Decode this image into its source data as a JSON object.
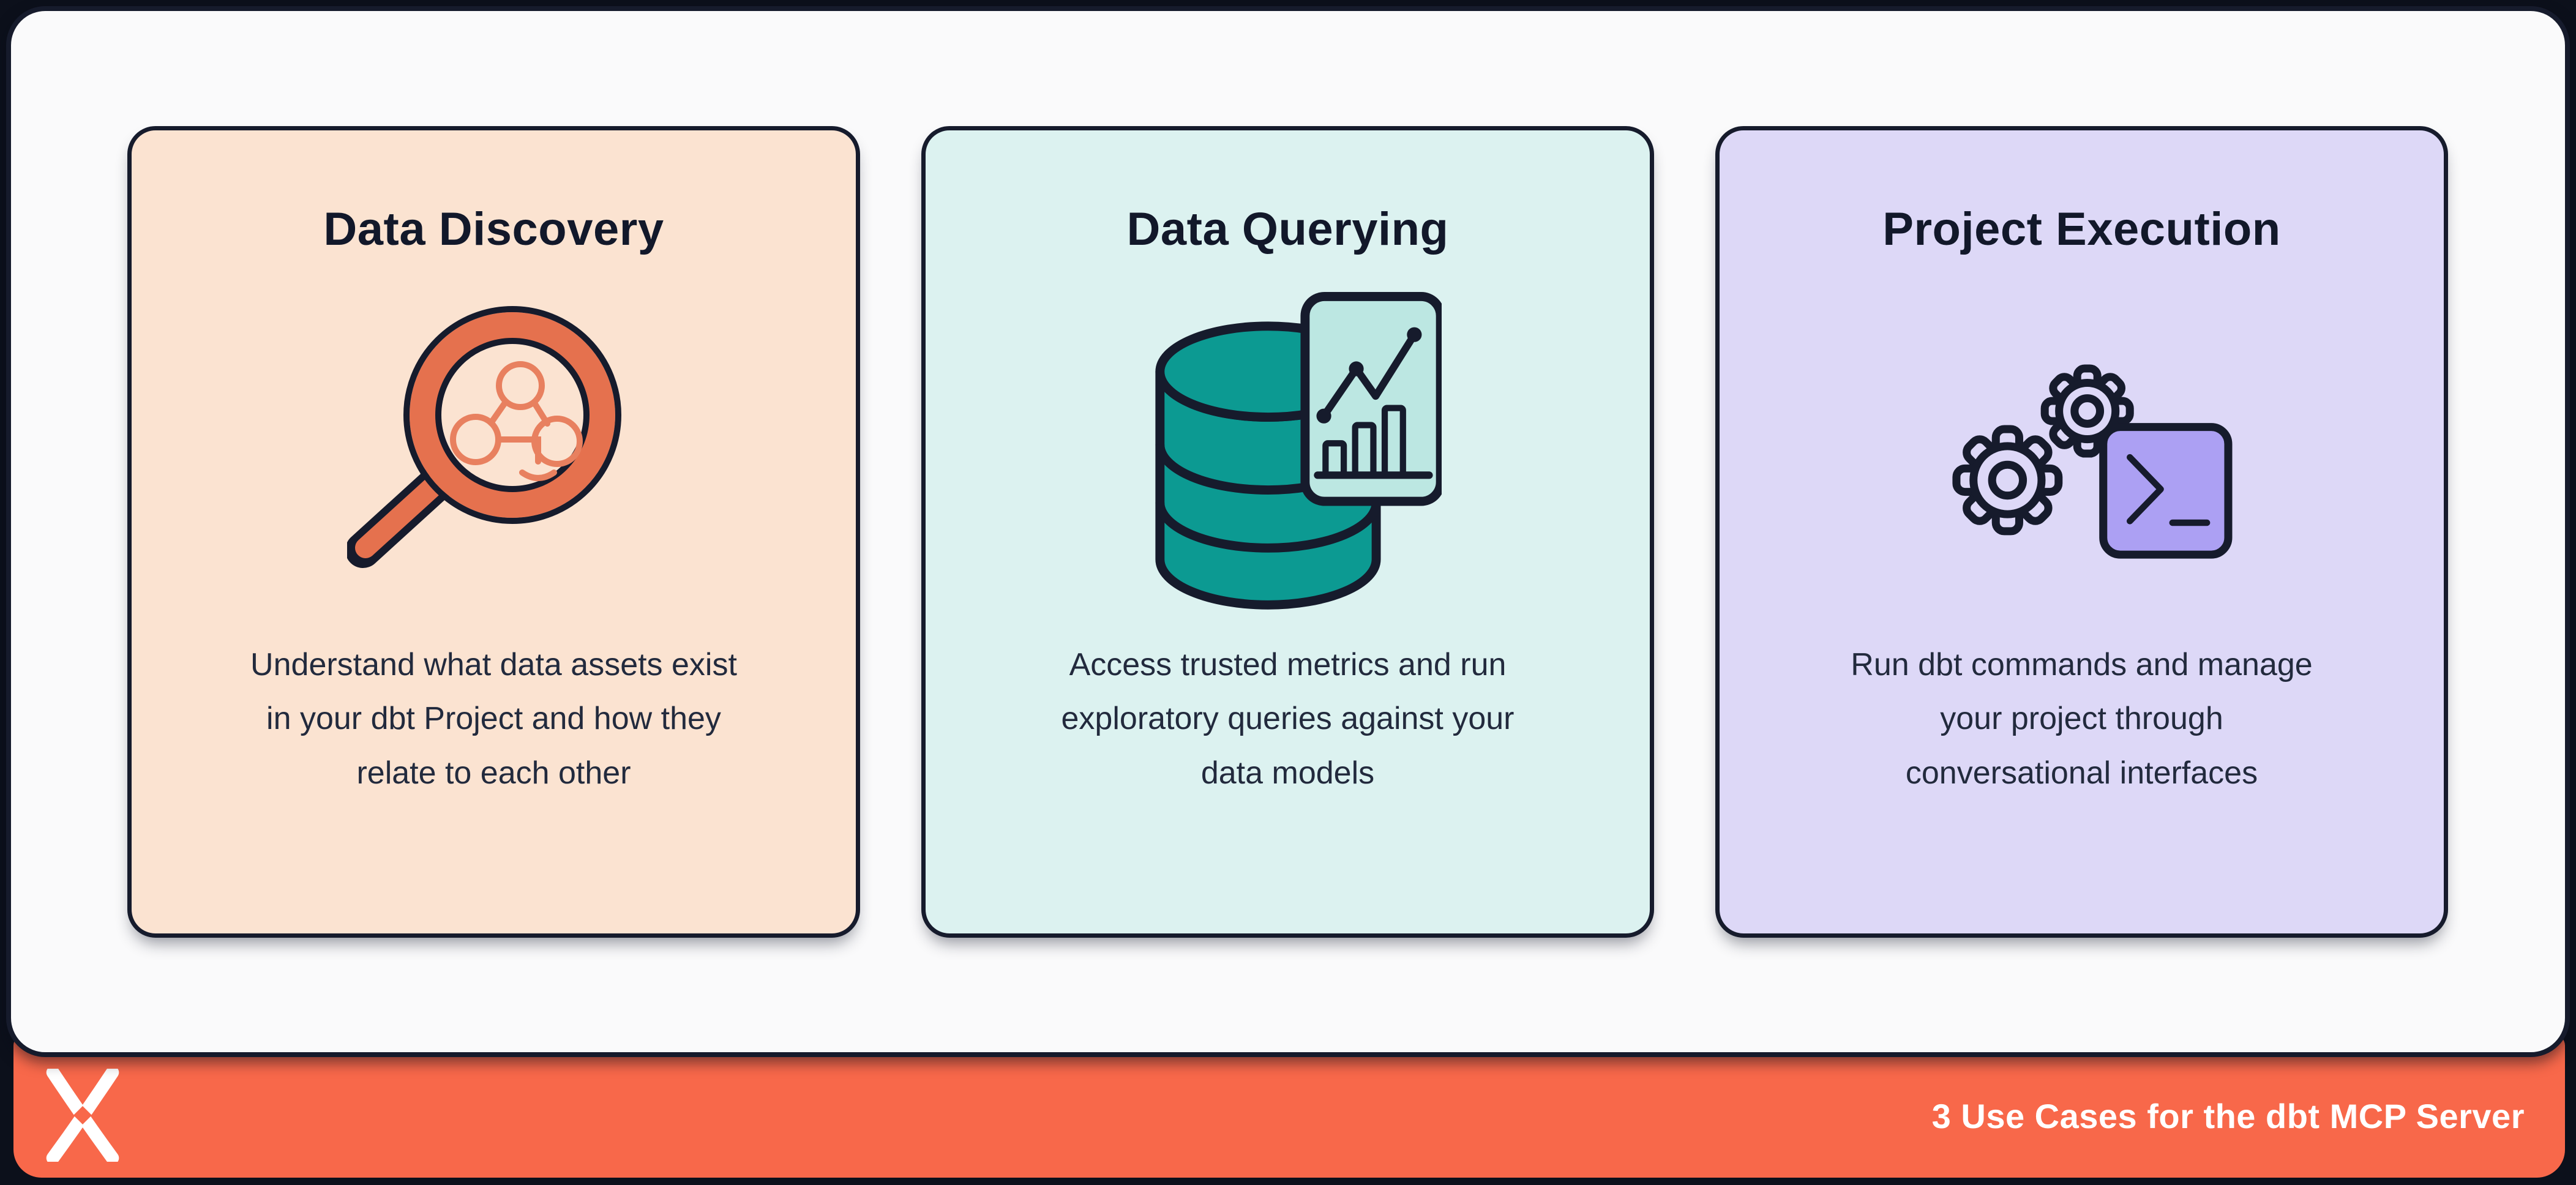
{
  "footer": {
    "label": "3 Use Cases for the dbt MCP Server",
    "logo_icon": "dbt-logo",
    "bg_color": "#F8684A",
    "text_color": "#FFFFFF"
  },
  "cards": [
    {
      "id": "data-discovery",
      "title": "Data Discovery",
      "description": "Understand what data assets exist\nin your dbt Project and how they\nrelate to each other",
      "icon": "magnifier-lineage-icon",
      "bg_color": "#FBE3D1",
      "accent_color": "#E5714E"
    },
    {
      "id": "data-querying",
      "title": "Data Querying",
      "description": "Access trusted metrics and run\nexploratory queries against your\ndata models",
      "icon": "database-chart-icon",
      "bg_color": "#DCF2F0",
      "accent_color": "#0C9A92"
    },
    {
      "id": "project-execution",
      "title": "Project Execution",
      "description": "Run dbt commands and manage\nyour project through\nconversational interfaces",
      "icon": "gears-terminal-icon",
      "bg_color": "#DDD8F7",
      "accent_color": "#ACA0F3"
    }
  ],
  "colors": {
    "outer_background": "#0C101B",
    "panel_background": "#FAFAFB",
    "outline_navy": "#161B2C",
    "title_text": "#12182A",
    "body_text": "#222A3D"
  }
}
